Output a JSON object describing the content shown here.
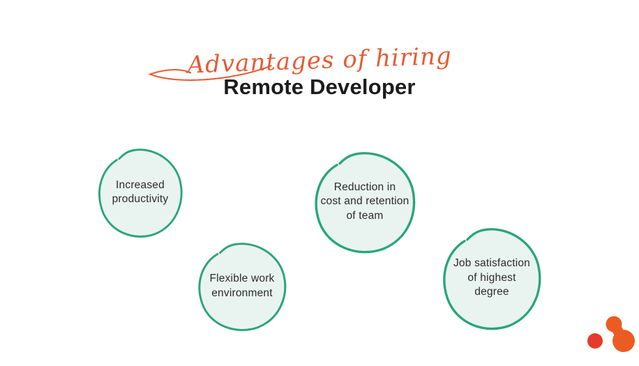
{
  "title": {
    "script": "Advantages of hiring",
    "main": "Remote Developer"
  },
  "bubbles": [
    {
      "id": "increased-productivity",
      "label": "Increased\nproductivity"
    },
    {
      "id": "flexible-work-environment",
      "label": "Flexible work\nenvironment"
    },
    {
      "id": "reduction-cost-retention",
      "label": "Reduction in\ncost and retention\nof team"
    },
    {
      "id": "job-satisfaction",
      "label": "Job satisfaction\nof highest\ndegree"
    }
  ],
  "logo": {
    "name": "brand-mark"
  },
  "colors": {
    "background": "#ffffff",
    "accent_orange": "#e85a33",
    "title_black": "#1c1c1c",
    "bubble_stroke": "#2aa47c",
    "bubble_fill": "#e9f4f0",
    "bubble_text": "#2b2b2b",
    "logo_orange": "#eb5c23",
    "logo_red": "#e63a2b"
  }
}
